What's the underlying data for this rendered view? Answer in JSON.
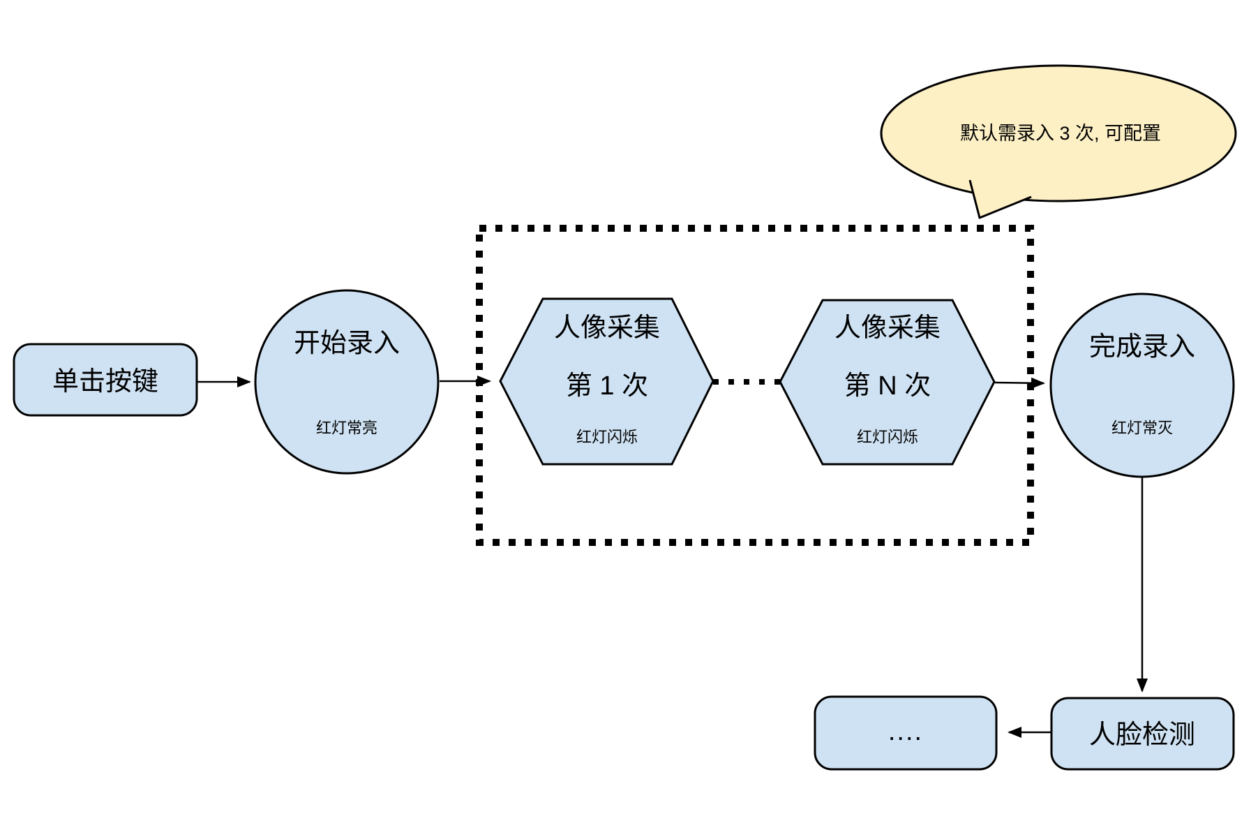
{
  "diagram": {
    "title": "face-enrollment-flow",
    "nodes": {
      "click_button": {
        "label": "单击按键"
      },
      "start": {
        "label": "开始录入",
        "sublabel": "红灯常亮"
      },
      "capture_1": {
        "line1": "人像采集",
        "line2": "第 1 次",
        "sublabel": "红灯闪烁"
      },
      "capture_n": {
        "line1": "人像采集",
        "line2": "第 N 次",
        "sublabel": "红灯闪烁"
      },
      "finish": {
        "label": "完成录入",
        "sublabel": "红灯常灭"
      },
      "face_detect": {
        "label": "人脸检测"
      },
      "more": {
        "label": "...."
      }
    },
    "callout": {
      "text": "默认需录入 3 次, 可配置"
    },
    "colors": {
      "node_fill": "#cfe2f3",
      "node_stroke": "#000000",
      "callout_fill": "#fdf0c5",
      "arrow": "#000000",
      "background": "#ffffff"
    }
  }
}
